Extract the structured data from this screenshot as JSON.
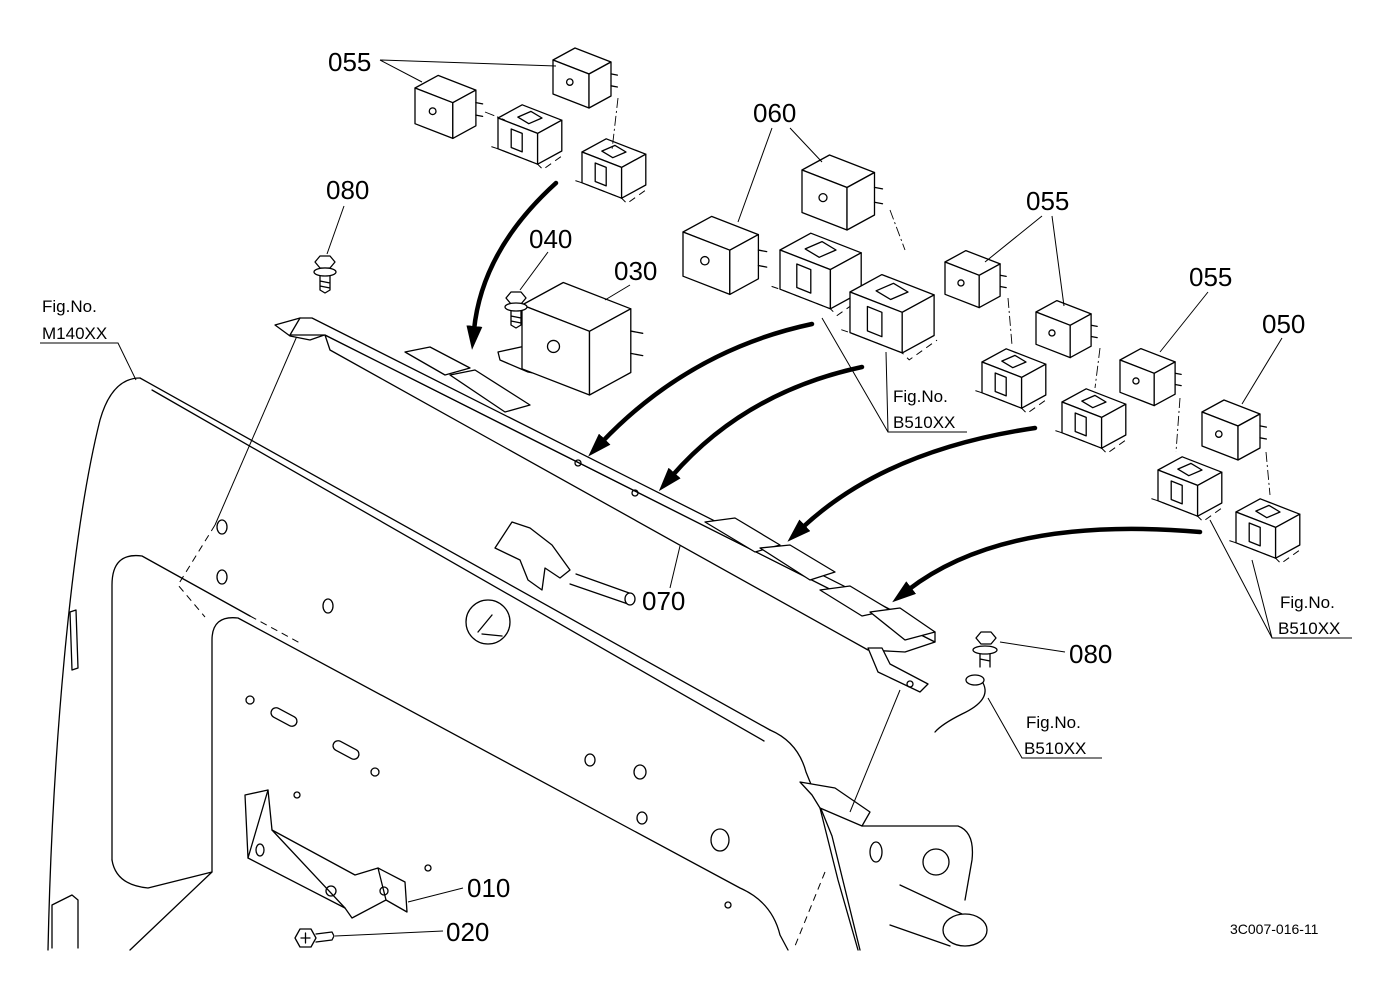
{
  "part_labels": {
    "relay_055_top": "055",
    "bolt_080_top": "080",
    "bolt_040": "040",
    "relay_030": "030",
    "relay_060": "060",
    "relay_055_mid": "055",
    "relay_055_right": "055",
    "relay_050": "050",
    "bracket_070": "070",
    "bolt_080_right": "080",
    "bracket_010": "010",
    "bolt_020": "020"
  },
  "figure_refs": [
    {
      "caption": "Fig.No.",
      "number": "M140XX"
    },
    {
      "caption": "Fig.No.",
      "number": "B510XX"
    },
    {
      "caption": "Fig.No.",
      "number": "B510XX"
    },
    {
      "caption": "Fig.No.",
      "number": "B510XX"
    }
  ],
  "drawing_code": "3C007-016-11"
}
